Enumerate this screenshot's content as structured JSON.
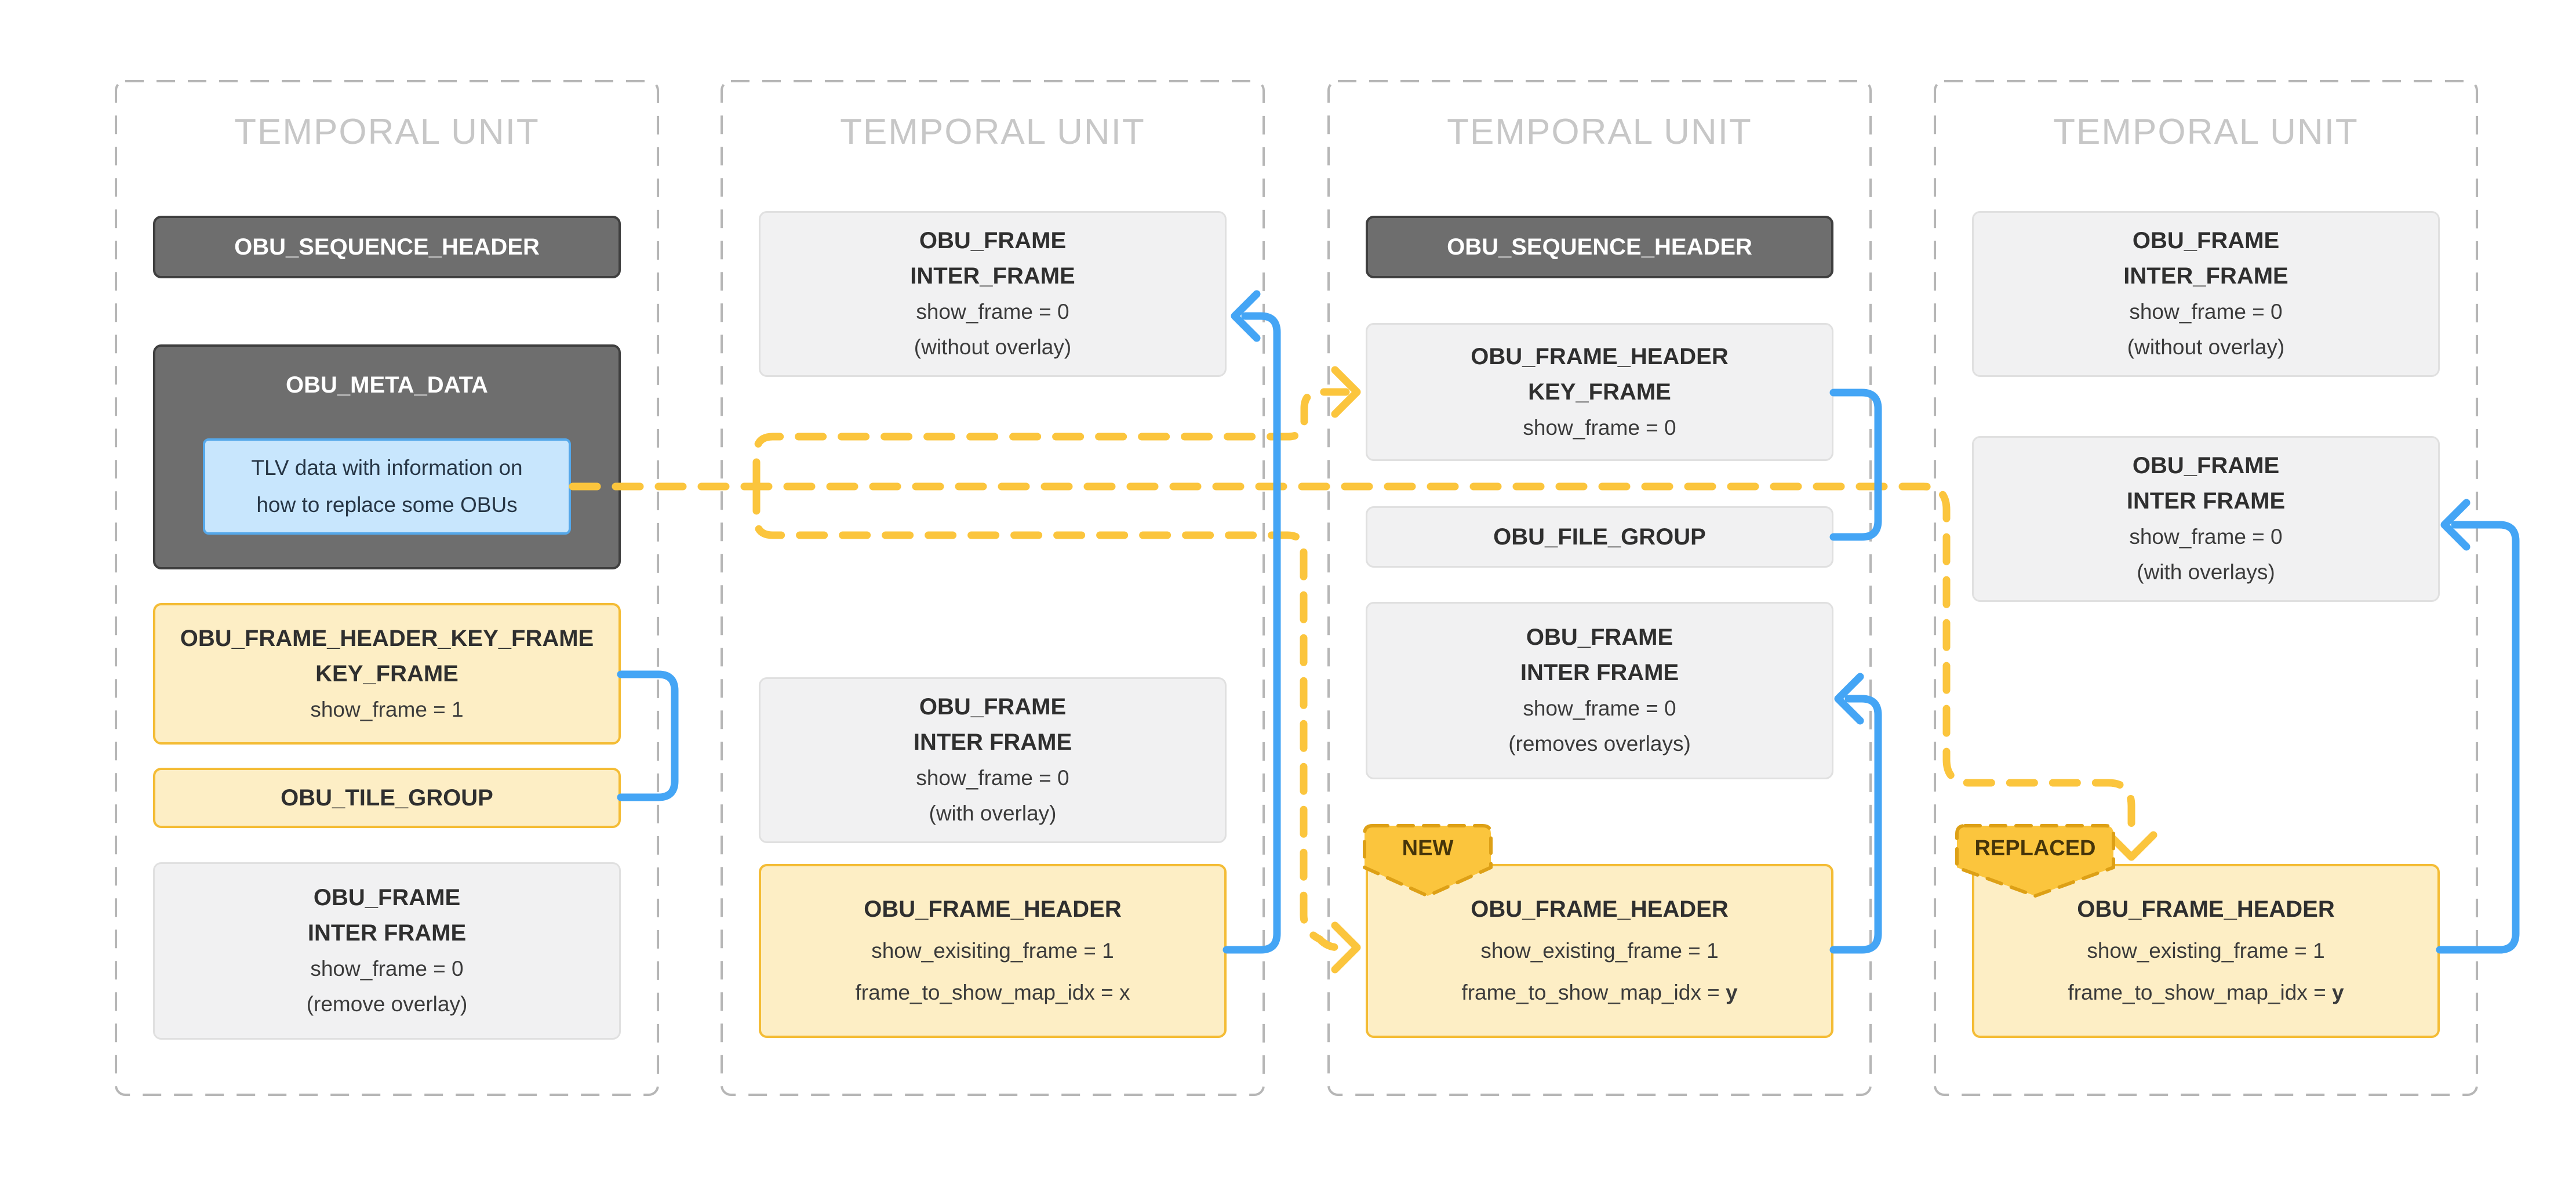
{
  "colors": {
    "accent_yellow": "#fbc53d",
    "accent_blue": "#44a5f5",
    "dark_box_fill": "#6e6e6e",
    "gray_box_fill": "#f1f1f2",
    "yellow_box_fill": "#fdeec5",
    "yellow_box_border": "#f4bc35",
    "tlv_fill": "#c8e6fd",
    "tlv_border": "#55a8ea",
    "column_border": "#b6b6b6",
    "column_title_color": "#c7c7c7"
  },
  "col1": {
    "title": "TEMPORAL UNIT",
    "seq_header": "OBU_SEQUENCE_HEADER",
    "meta_title": "OBU_META_DATA",
    "tlv_line1": "TLV data with information on",
    "tlv_line2": "how to replace some OBUs",
    "key_l1": "OBU_FRAME_HEADER_KEY_FRAME",
    "key_l2": "KEY_FRAME",
    "key_l3": "show_frame = 1",
    "tile_group": "OBU_TILE_GROUP",
    "inter_l1": "OBU_FRAME",
    "inter_l2": "INTER FRAME",
    "inter_l3": "show_frame = 0",
    "inter_l4": "(remove overlay)"
  },
  "col2": {
    "title": "TEMPORAL UNIT",
    "f1_l1": "OBU_FRAME",
    "f1_l2": "INTER_FRAME",
    "f1_l3": "show_frame = 0",
    "f1_l4": "(without overlay)",
    "f2_l1": "OBU_FRAME",
    "f2_l2": "INTER FRAME",
    "f2_l3": "show_frame = 0",
    "f2_l4": "(with overlay)",
    "hdr_l1": "OBU_FRAME_HEADER",
    "hdr_l2": "show_exisiting_frame = 1",
    "hdr_l3_prefix": "frame_to_show_map_idx = ",
    "hdr_l3_value": "x"
  },
  "col3": {
    "title": "TEMPORAL UNIT",
    "seq_header": "OBU_SEQUENCE_HEADER",
    "key_l1": "OBU_FRAME_HEADER",
    "key_l2": "KEY_FRAME",
    "key_l3": "show_frame = 0",
    "file_group": "OBU_FILE_GROUP",
    "inter_l1": "OBU_FRAME",
    "inter_l2": "INTER FRAME",
    "inter_l3": "show_frame = 0",
    "inter_l4": "(removes overlays)",
    "badge": "NEW",
    "hdr_l1": "OBU_FRAME_HEADER",
    "hdr_l2": "show_existing_frame = 1",
    "hdr_l3_prefix": "frame_to_show_map_idx = ",
    "hdr_l3_value": "y"
  },
  "col4": {
    "title": "TEMPORAL UNIT",
    "f1_l1": "OBU_FRAME",
    "f1_l2": "INTER_FRAME",
    "f1_l3": "show_frame = 0",
    "f1_l4": "(without overlay)",
    "f2_l1": "OBU_FRAME",
    "f2_l2": "INTER FRAME",
    "f2_l3": "show_frame = 0",
    "f2_l4": "(with overlays)",
    "badge": "REPLACED",
    "hdr_l1": "OBU_FRAME_HEADER",
    "hdr_l2": "show_existing_frame = 1",
    "hdr_l3_prefix": "frame_to_show_map_idx = ",
    "hdr_l3_value": "y"
  }
}
